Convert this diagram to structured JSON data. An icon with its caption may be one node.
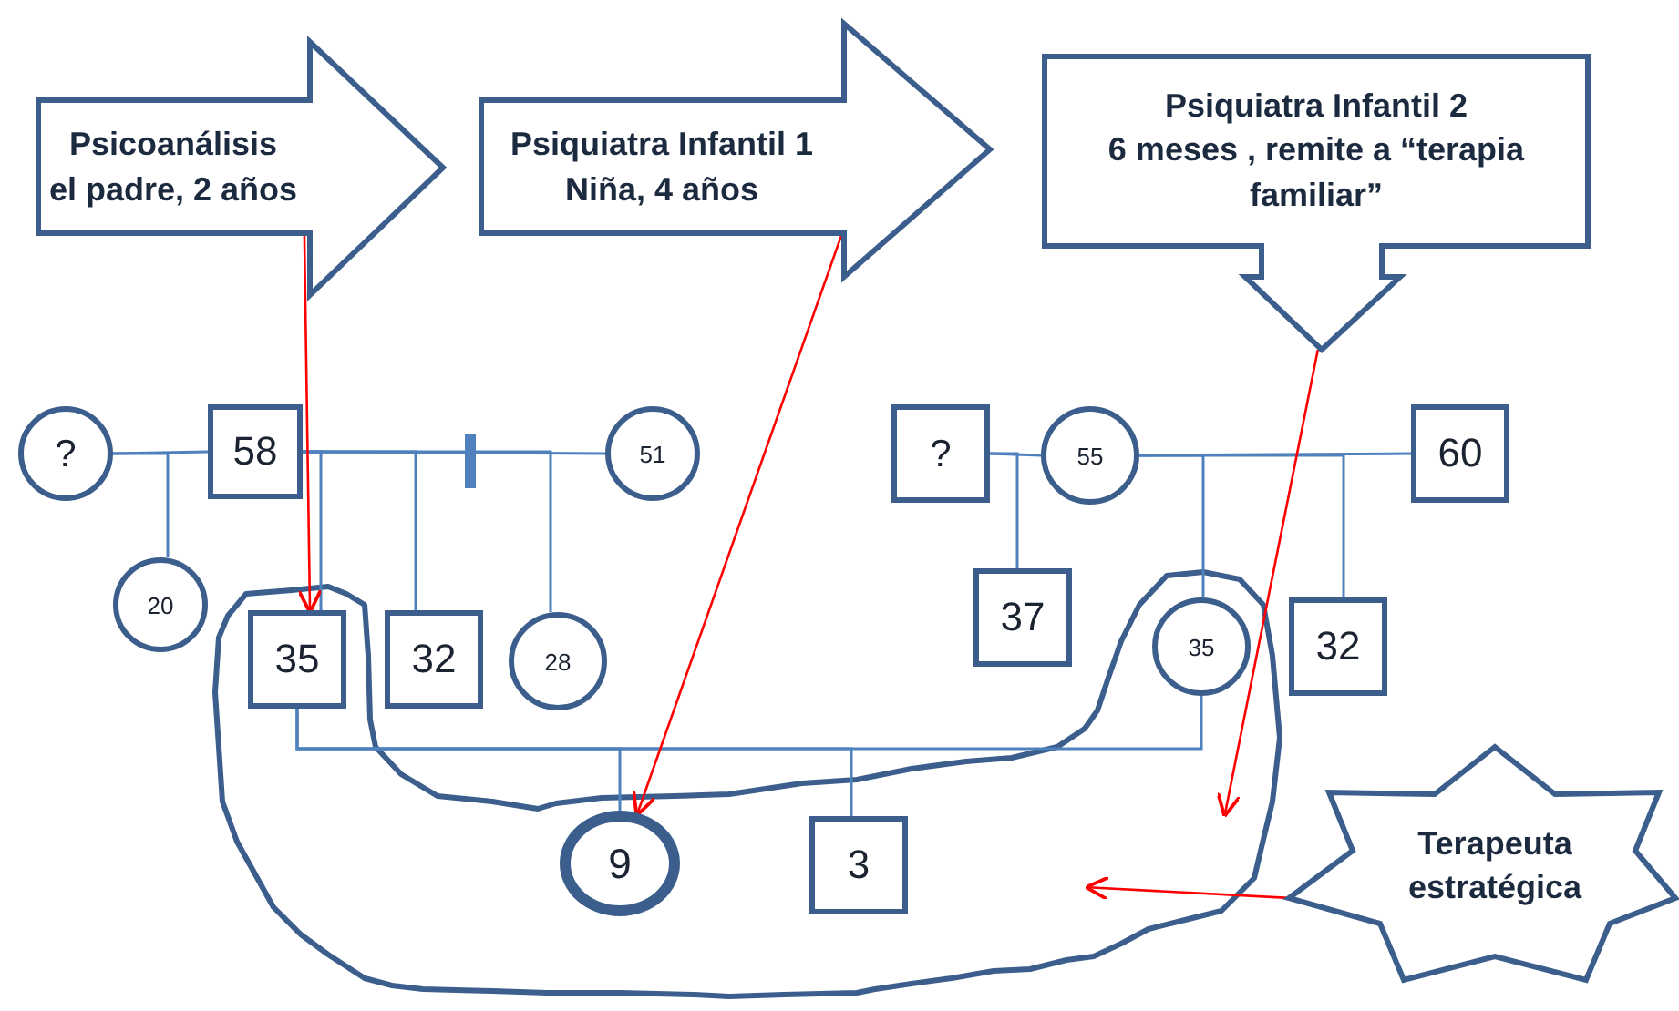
{
  "diagram": {
    "nodes": [
      {
        "text": [
          "Psicoanálisis",
          "el padre, 2 años"
        ]
      },
      {
        "text": [
          "Psiquiatra Infantil 1",
          "Niña, 4 años"
        ]
      },
      {
        "text": [
          "Psiquiatra Infantil 2",
          "6 meses , remite a “terapia familiar”"
        ]
      },
      {
        "text": [
          "?"
        ]
      },
      {
        "text": [
          "58"
        ]
      },
      {
        "text": [
          "51"
        ]
      },
      {
        "text": [
          "20"
        ]
      },
      {
        "text": [
          "35"
        ],
        "in": 19
      },
      {
        "text": [
          "32"
        ]
      },
      {
        "text": [
          "28"
        ]
      },
      {
        "text": [
          "?"
        ]
      },
      {
        "text": [
          "55"
        ]
      },
      {
        "text": [
          "60"
        ]
      },
      {
        "text": [
          "37"
        ]
      },
      {
        "text": [
          "35"
        ],
        "in": 19
      },
      {
        "text": [
          "32"
        ]
      },
      {
        "text": [
          "9"
        ],
        "in": 19
      },
      {
        "text": [
          "3"
        ],
        "in": 19
      },
      {
        "text": [
          "Terapeuta estratégica"
        ]
      },
      {
        "text": [],
        "shape": "cloud"
      }
    ],
    "edges": [
      {
        "from": 3,
        "to": 4,
        "arrow": "none"
      },
      {
        "from": 4,
        "to": 5,
        "arrow": "none"
      },
      {
        "from": 3,
        "to": 6,
        "arrow": "none"
      },
      {
        "from": 4,
        "to": 7,
        "arrow": "none"
      },
      {
        "from": 4,
        "to": 8,
        "arrow": "none"
      },
      {
        "from": 4,
        "to": 9,
        "arrow": "none"
      },
      {
        "from": 10,
        "to": 11,
        "arrow": "none"
      },
      {
        "from": 11,
        "to": 12,
        "arrow": "none"
      },
      {
        "from": 10,
        "to": 13,
        "arrow": "none"
      },
      {
        "from": 11,
        "to": 14,
        "arrow": "none"
      },
      {
        "from": 11,
        "to": 15,
        "arrow": "none"
      },
      {
        "from": 7,
        "to": 14,
        "arrow": "none"
      },
      {
        "from": 7,
        "to": 16,
        "arrow": "none"
      },
      {
        "from": 7,
        "to": 17,
        "arrow": "none"
      },
      {
        "from": 0,
        "to": 7,
        "arrow": "to",
        "color": "#ff0000"
      },
      {
        "from": 1,
        "to": 16,
        "arrow": "to",
        "color": "#ff0000"
      },
      {
        "from": 2,
        "to": 19,
        "arrow": "to",
        "color": "#ff0000"
      },
      {
        "from": 18,
        "to": 19,
        "arrow": "to",
        "color": "#ff0000"
      }
    ]
  }
}
